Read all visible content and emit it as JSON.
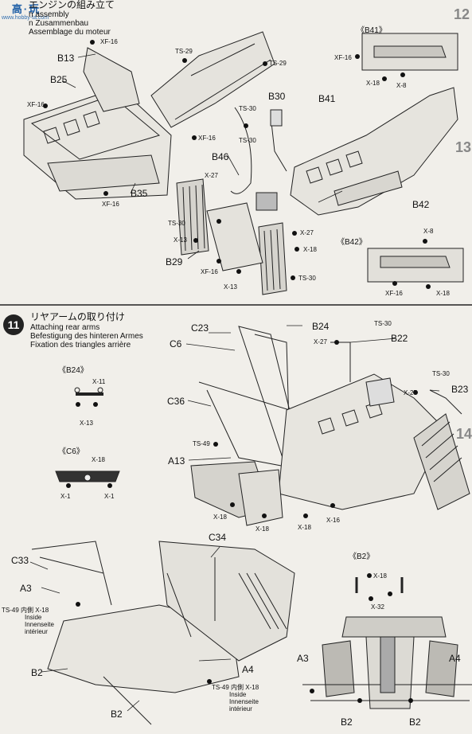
{
  "watermark": {
    "logo": "高·玩",
    "url": "www.hobby-ta.com"
  },
  "step10": {
    "title_jp": "エンジンの組み立て",
    "title_en": "n assembly",
    "title_de": "n Zusammenbau",
    "title_fr": "Assemblage du moteur"
  },
  "step11": {
    "number": "11",
    "title_jp": "リヤアームの取り付け",
    "title_en": "Attaching rear arms",
    "title_de": "Befestigung des hinteren Armes",
    "title_fr": "Fixation des triangles arrière"
  },
  "side_steps": [
    "12",
    "13",
    "14"
  ],
  "insets": {
    "b41": {
      "title": "《B41》",
      "labels": [
        "XF-16",
        "X-18",
        "X-8"
      ]
    },
    "b42": {
      "title": "《B42》",
      "labels": [
        "X-8",
        "XF-16",
        "X-18"
      ]
    },
    "b24": {
      "title": "《B24》",
      "labels": [
        "X-11",
        "X-13"
      ]
    },
    "c6": {
      "title": "《C6》",
      "labels": [
        "X-18",
        "X-1",
        "X-1"
      ]
    },
    "b2": {
      "title": "《B2》",
      "labels": [
        "X-18",
        "X-32"
      ]
    }
  },
  "parts_labels": {
    "b13": "B13",
    "b25": "B25",
    "b35": "B35",
    "b30": "B30",
    "b41": "B41",
    "b46": "B46",
    "b42": "B42",
    "b29": "B29",
    "c23": "C23",
    "c6": "C6",
    "b24": "B24",
    "b22": "B22",
    "b23": "B23",
    "c36": "C36",
    "a13": "A13",
    "c33": "C33",
    "c34": "C34",
    "a3": "A3",
    "a3b": "A3",
    "a4": "A4",
    "a4b": "A4",
    "b2a": "B2",
    "b2b": "B2",
    "b2c": "B2",
    "b2d": "B2"
  },
  "paint_labels": {
    "xf16a": "XF-16",
    "ts29a": "TS-29",
    "ts29b": "TS-29",
    "xf16b": "XF-16",
    "xf16c": "XF-16",
    "ts30a": "TS-30",
    "xf16d": "XF-16",
    "ts30b": "TS-30",
    "x27a": "X-27",
    "ts30c": "TS-30",
    "x13a": "X-13",
    "x27b": "X-27",
    "x18a": "X-18",
    "xf16e": "XF-16",
    "x13b": "X-13",
    "ts30d": "TS-30",
    "ts30e": "TS-30",
    "x27c": "X-27",
    "ts30f": "TS-30",
    "x27d": "X-27",
    "ts49a": "TS-49",
    "x18b": "X-18",
    "x18c": "X-18",
    "x16": "X-16",
    "x18d": "X-18"
  },
  "inside_notes": {
    "left": {
      "code": "TS-49",
      "jp": "内側",
      "x": "X-18",
      "en": "Inside",
      "de": "Innenseite",
      "fr": "intérieur"
    },
    "right": {
      "code": "TS-49",
      "jp": "内側",
      "x": "X-18",
      "en": "Inside",
      "de": "Innenseite",
      "fr": "intérieur"
    }
  }
}
